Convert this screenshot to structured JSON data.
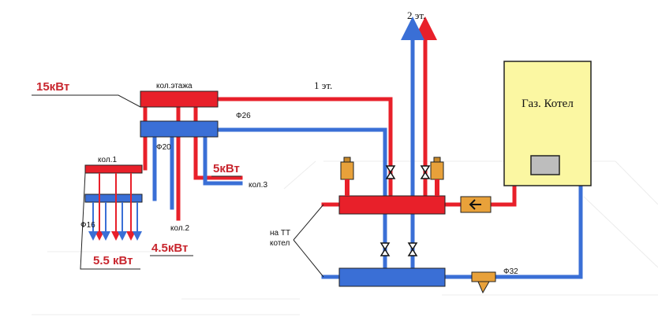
{
  "labels": {
    "floor2": "2 эт.",
    "floor1": "1 эт.",
    "boiler": "Газ. Котел",
    "col_floor": "кол.этажа",
    "col1": "кол.1",
    "col2": "кол.2",
    "col3": "кол.3",
    "d26": "Ф26",
    "d20": "Ф20",
    "d16": "Ф16",
    "d32": "Ф32",
    "tt_line1": "на ТТ",
    "tt_line2": "котел"
  },
  "power": {
    "main": "15кВт",
    "col1": "5.5 кВт",
    "col2": "4.5кВт",
    "col3": "5кВт"
  },
  "colors": {
    "supply": "#e8202a",
    "return": "#3a6fd6",
    "supply_text": "#c8262e",
    "boiler_fill": "#fbf7a2",
    "gauge_fill": "#e8a13a"
  }
}
